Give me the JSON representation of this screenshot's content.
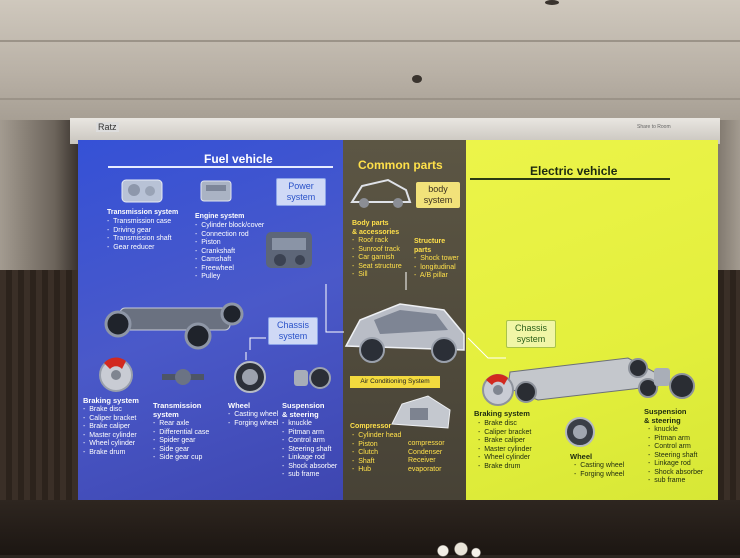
{
  "projector": {
    "brand": "Ratz",
    "corner_text": "Share to Room"
  },
  "fuel": {
    "title": "Fuel vehicle",
    "power_tag": "Power\nsystem",
    "chassis_tag": "Chassis\nsystem",
    "transmission_system": {
      "title": "Transmission system",
      "items": "-  Transmission case\n-  Driving gear\n-  Transmission shaft\n-  Gear reducer"
    },
    "engine_system": {
      "title": "Engine system",
      "items": "-  Cylinder block/cover\n-  Connection rod\n-  Piston\n-  Crankshaft\n-  Camshaft\n-  Freewheel\n-  Pulley"
    },
    "braking_system": {
      "title": "Braking system",
      "items": "-  Brake disc\n-  Caliper bracket\n-  Brake caliper\n-  Master cylinder\n-  Wheel cylinder\n-  Brake drum"
    },
    "transmission_system_2": {
      "title": "Transmission\nsystem",
      "items": "-  Rear axle\n-  Differential case\n-  Spider gear\n-  Side gear\n-  Side gear cup"
    },
    "wheel": {
      "title": "Wheel",
      "items": "-  Casting wheel\n-  Forging wheel"
    },
    "suspension": {
      "title": "Suspension\n& steering",
      "items": "-  knuckle\n-  Pitman arm\n-  Control arm\n-  Steering shaft\n-  Linkage rod\n-  Shock absorber\n-  sub frame"
    }
  },
  "common": {
    "title": "Common parts",
    "body_tag": "body\nsystem",
    "body_parts": {
      "title": "Body parts\n& accessories",
      "items": "-  Roof rack\n-  Sunroof track\n-  Car garnish\n-  Seat structure\n-  Sill"
    },
    "structure_parts": {
      "title": "Structure\nparts",
      "items": "-  Shock tower\n-  longitudinal\n-  A/B pillar"
    },
    "ac_title": "Air Conditioning System",
    "compressor": {
      "title": "Compressor",
      "items": "-  Cylinder head\n-  Piston\n-  Clutch\n-  Shaft\n-  Hub"
    },
    "ac_right": "compressor\nCondenser\nReceiver\nevaporator"
  },
  "ev": {
    "title": "Electric vehicle",
    "chassis_tag": "Chassis\nsystem",
    "braking_system": {
      "title": "Braking system",
      "items": "-  Brake disc\n-  Caliper bracket\n-  Brake caliper\n-  Master cylinder\n-  Wheel cylinder\n-  Brake drum"
    },
    "wheel": {
      "title": "Wheel",
      "items": "-  Casting wheel\n-  Forging wheel"
    },
    "suspension": {
      "title": "Suspension\n& steering",
      "items": "-  knuckle\n-  Pitman arm\n-  Control arm\n-  Steering shaft\n-  Linkage rod\n-  Shock absorber\n-  sub frame"
    }
  },
  "colors": {
    "fuel_bg": "#3d52d0",
    "common_bg": "#4f4a3b",
    "ev_bg": "#e6f040",
    "accent_yellow": "#f3da3e"
  }
}
